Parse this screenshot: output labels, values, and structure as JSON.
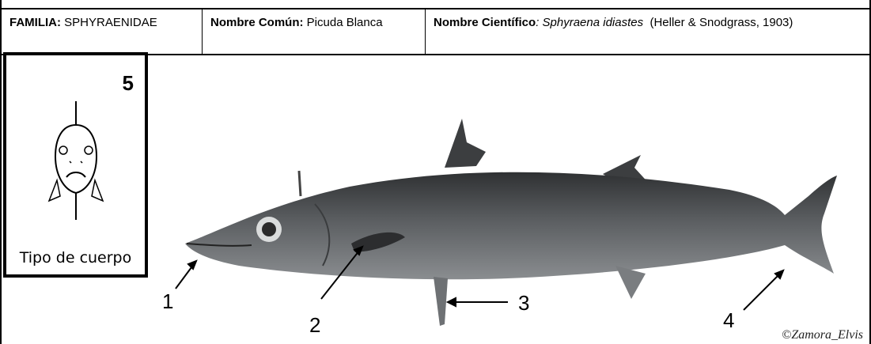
{
  "header": {
    "familia_label": "FAMILIA:",
    "familia_value": "SPHYRAENIDAE",
    "comun_label": "Nombre Común:",
    "comun_value": "Picuda Blanca",
    "cientifico_label": "Nombre Científico",
    "cientifico_sep": ":",
    "cientifico_value": "Sphyraena idiastes",
    "cientifico_author": "(Heller & Snodgrass, 1903)"
  },
  "body_type": {
    "number": "5",
    "label": "Tipo de cuerpo",
    "icon": "fish-front-view-icon"
  },
  "callouts": [
    "1",
    "2",
    "3",
    "4"
  ],
  "credit": "©Zamora_Elvis",
  "colors": {
    "border": "#000000",
    "fish_body": "#5a5d60",
    "fish_dark": "#3a3c3e"
  }
}
